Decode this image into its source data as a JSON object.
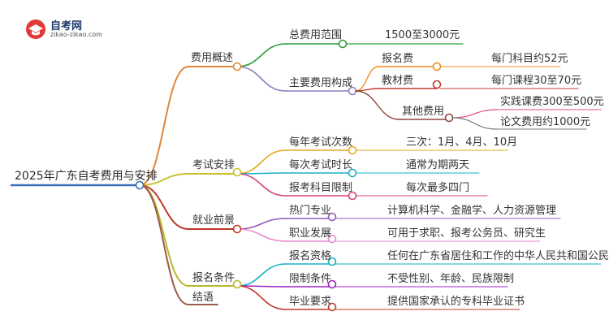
{
  "logo": {
    "title": "自考网",
    "url": "zikao-zikao.com"
  },
  "root": "2025年广东自考费用与安排",
  "branches": {
    "fees": {
      "label": "费用概述",
      "total": {
        "label": "总费用范围",
        "value": "1500至3000元"
      },
      "composition": {
        "label": "主要费用构成",
        "registration": {
          "label": "报名费",
          "value": "每门科目约52元"
        },
        "materials": {
          "label": "教材费",
          "value": "每门课程30至70元"
        },
        "other": {
          "label": "其他费用",
          "practice": "实践课费300至500元",
          "thesis": "论文费用约1000元"
        }
      }
    },
    "exam": {
      "label": "考试安排",
      "count": {
        "label": "每年考试次数",
        "value": "三次：1月、4月、10月"
      },
      "duration": {
        "label": "每次考试时长",
        "value": "通常为期两天"
      },
      "limit": {
        "label": "报考科目限制",
        "value": "每次最多四门"
      }
    },
    "career": {
      "label": "就业前景",
      "hot": {
        "label": "热门专业",
        "value": "计算机科学、金融学、人力资源管理"
      },
      "dev": {
        "label": "职业发展",
        "value": "可用于求职、报考公务员、研究生"
      }
    },
    "signup": {
      "label": "报名条件",
      "qualification": {
        "label": "报名资格",
        "value": "任何在广东省居住和工作的中华人民共和国公民"
      },
      "restriction": {
        "label": "限制条件",
        "value": "不受性别、年龄、民族限制"
      },
      "graduation": {
        "label": "毕业要求",
        "value": "提供国家承认的专科毕业证书"
      }
    },
    "conclusion": {
      "label": "结语"
    }
  },
  "colors": {
    "root": "#3b6fb5",
    "fees": "#e0873a",
    "exam": "#c9c22a",
    "career": "#c0392b",
    "signup": "#b8b82a",
    "conclusion": "#9b5a4a",
    "total": "#2e9e3e",
    "composition": "#8e7cc3",
    "registration": "#f08c1a",
    "materials": "#c0392b",
    "other": "#8b4a3c",
    "practice": "#e64c8c",
    "thesis": "#777777",
    "count": "#e6a81e",
    "duration": "#1ab0c8",
    "limit": "#d8407a",
    "hot": "#8e5cb8",
    "dev": "#e88ad0",
    "qualification": "#18b0c8",
    "restriction": "#a020c8",
    "graduation": "#c0392b"
  }
}
